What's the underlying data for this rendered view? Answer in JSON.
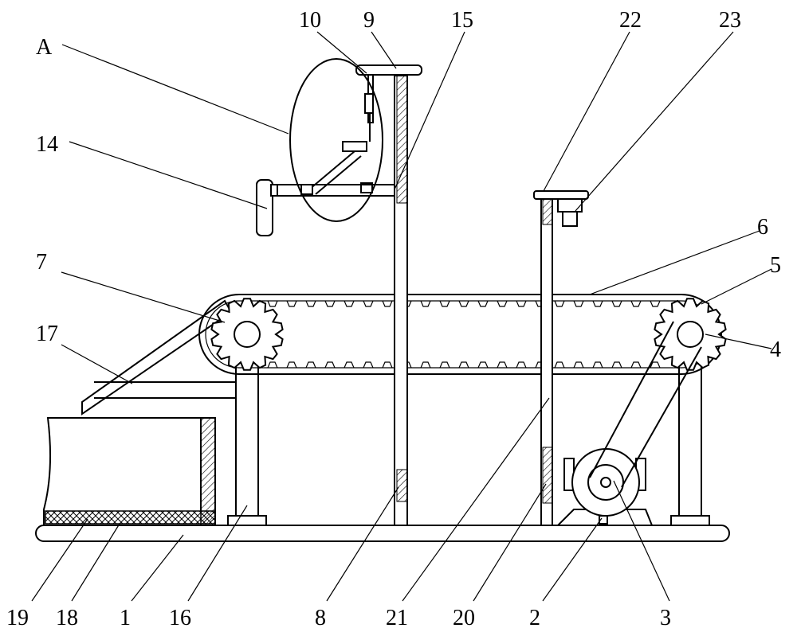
{
  "callouts": {
    "A": "A",
    "n1": "1",
    "n2": "2",
    "n3": "3",
    "n4": "4",
    "n5": "5",
    "n6": "6",
    "n7": "7",
    "n8": "8",
    "n9": "9",
    "n10": "10",
    "n14": "14",
    "n15": "15",
    "n16": "16",
    "n17": "17",
    "n18": "18",
    "n19": "19",
    "n20": "20",
    "n21": "21",
    "n22": "22",
    "n23": "23"
  }
}
